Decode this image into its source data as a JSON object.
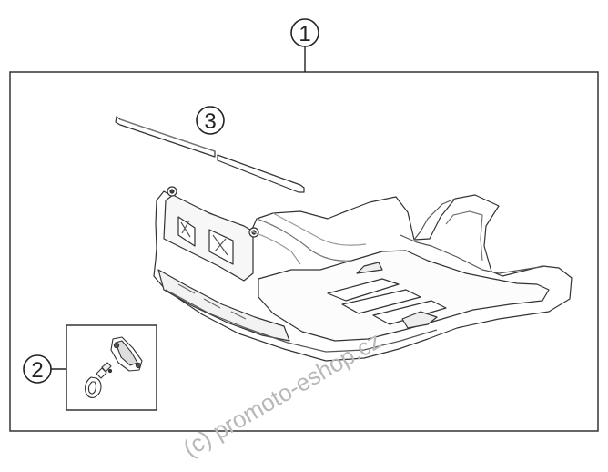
{
  "callouts": [
    {
      "number": "1",
      "part": "Skid plate assembly (complete)"
    },
    {
      "number": "2",
      "part": "Fastener kit"
    },
    {
      "number": "3",
      "part": "Rubber strip"
    }
  ],
  "watermark": "(c) promoto-eshop.cz"
}
